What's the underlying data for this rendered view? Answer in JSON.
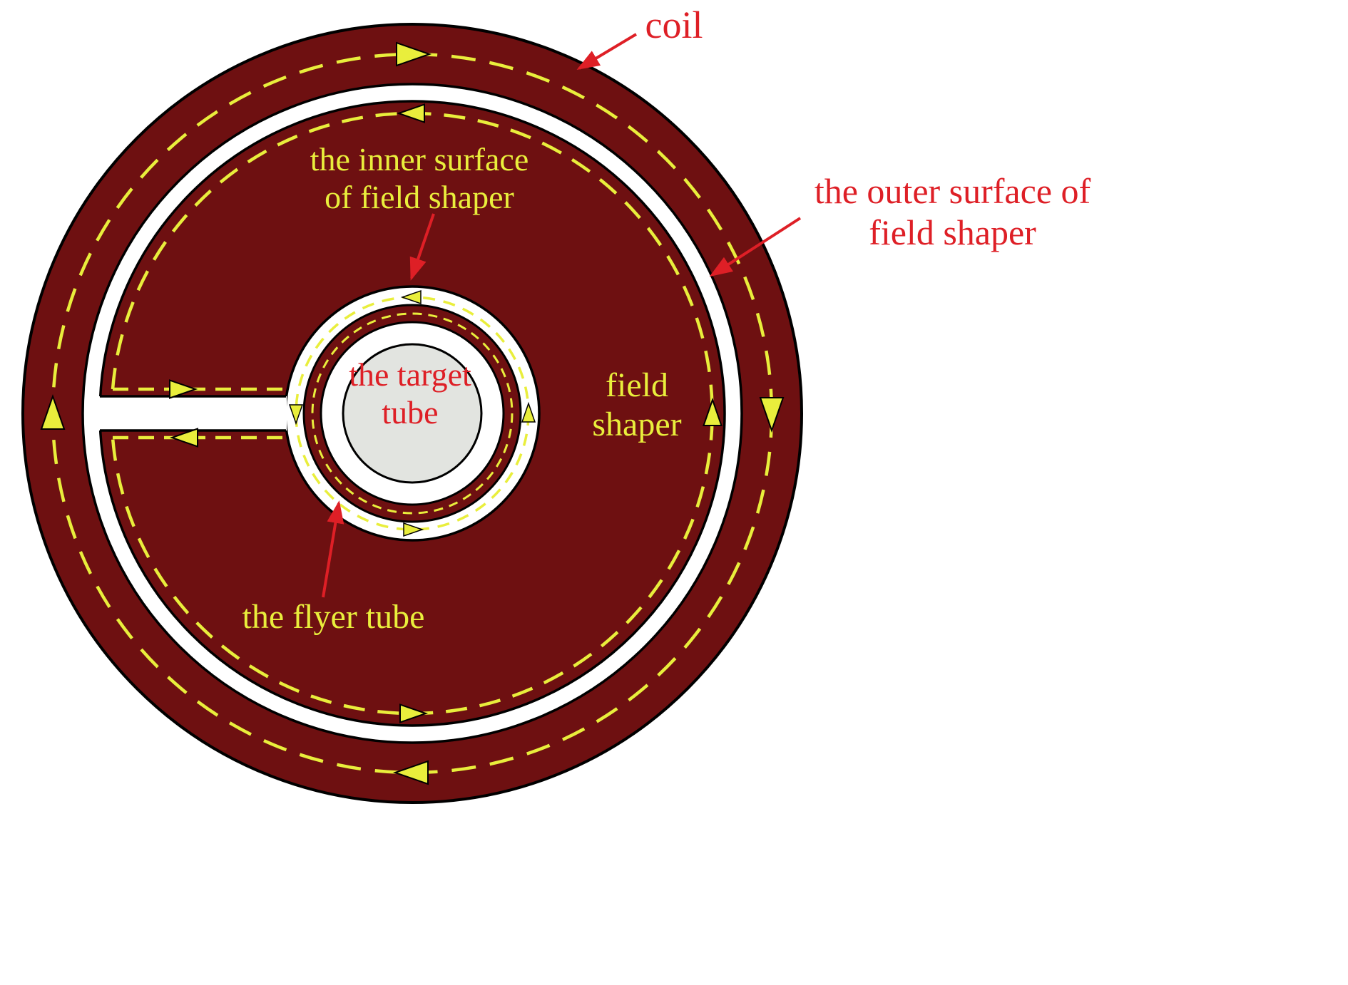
{
  "diagram": {
    "labels": {
      "coil": "coil",
      "outer_surface": "the outer surface of\nfield shaper",
      "inner_surface": "the inner surface\nof field shaper",
      "field_shaper": "field\nshaper",
      "target_tube": "the target\ntube",
      "flyer_tube": "the flyer tube"
    },
    "colors": {
      "conductor_body": "#6e1011",
      "current_path": "#e9ee3c",
      "annotation": "#de1f26",
      "target_fill": "#e2e4e0",
      "outline": "#000000",
      "background": "#ffffff"
    }
  }
}
